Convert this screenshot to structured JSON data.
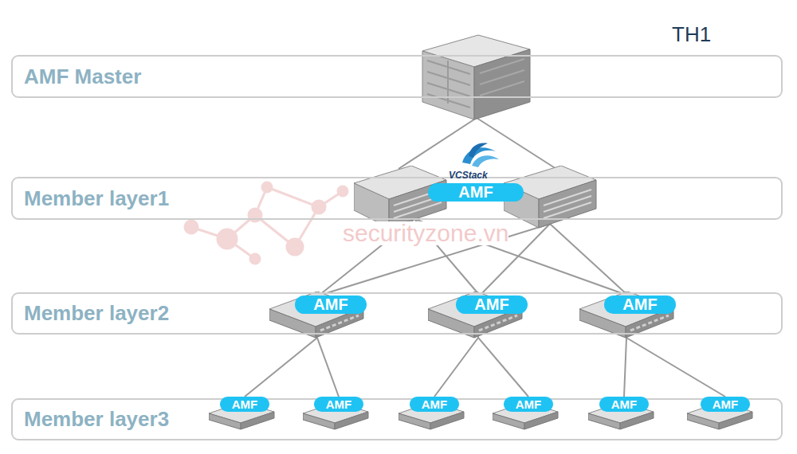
{
  "diagram": {
    "nodes": [
      {
        "text": [
          "AMF Master"
        ]
      },
      {
        "text": [
          "Member layer1"
        ]
      },
      {
        "text": [
          "AMF"
        ],
        "in": 1
      },
      {
        "text": [
          "Member layer2"
        ]
      },
      {
        "text": [
          "AMF"
        ],
        "in": 3
      },
      {
        "text": [
          "AMF"
        ],
        "in": 3
      },
      {
        "text": [
          "AMF"
        ],
        "in": 3
      },
      {
        "text": [
          "Member layer3"
        ]
      },
      {
        "text": [
          "AMF"
        ],
        "in": 7
      },
      {
        "text": [
          "AMF"
        ],
        "in": 7
      },
      {
        "text": [
          "AMF"
        ],
        "in": 7
      },
      {
        "text": [
          "AMF"
        ],
        "in": 7
      },
      {
        "text": [
          "AMF"
        ],
        "in": 7
      },
      {
        "text": [
          "AMF"
        ],
        "in": 7
      }
    ],
    "edges": [
      {
        "from": 2,
        "to": 4,
        "arrow": "none"
      },
      {
        "from": 2,
        "to": 5,
        "arrow": "none"
      },
      {
        "from": 2,
        "to": 6,
        "arrow": "none"
      },
      {
        "from": 4,
        "to": 8,
        "arrow": "none"
      },
      {
        "from": 4,
        "to": 9,
        "arrow": "none"
      },
      {
        "from": 5,
        "to": 10,
        "arrow": "none"
      },
      {
        "from": 5,
        "to": 11,
        "arrow": "none"
      },
      {
        "from": 6,
        "to": 12,
        "arrow": "none"
      },
      {
        "from": 6,
        "to": 13,
        "arrow": "none"
      }
    ],
    "labels": [
      "TH1",
      "VCStack",
      "securityzone.vn"
    ]
  }
}
